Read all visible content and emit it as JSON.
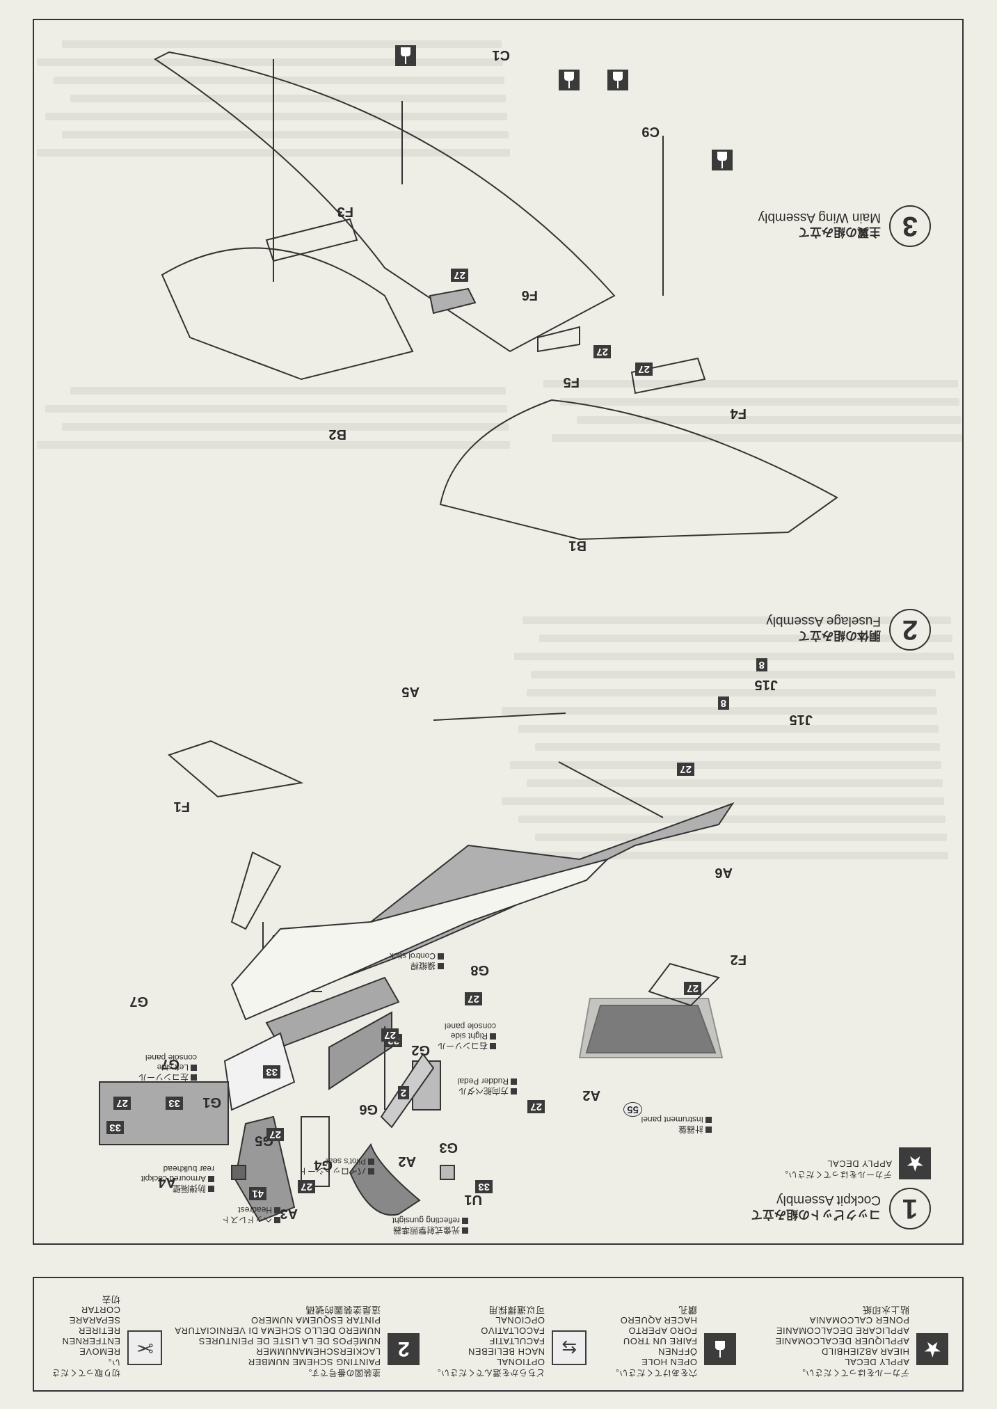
{
  "legend": {
    "apply_decal": {
      "icon": "star-icon",
      "jp": "デカールをはってください。",
      "lines": [
        "APPLY DECAL",
        "HIEAR ABZIEHBILD",
        "APPLIQUER DECALCOMANIE",
        "APPLICARE DECALCOMANIE",
        "PONER CALCOMANIA",
        "貼上水印紙"
      ]
    },
    "open_hole": {
      "icon": "drill-icon",
      "jp": "穴をあけてください。",
      "lines": [
        "OPEN HOLE",
        "ÖFFNEN",
        "FAIRE UN TROU",
        "FORO APERTO",
        "HACER AQUERO",
        "鑽孔"
      ]
    },
    "optional": {
      "icon": "choose-arrows-icon",
      "jp": "どちらかを選んでください。",
      "lines": [
        "OPTIONAL",
        "NACH BELIEBEN",
        "FACULTATIF",
        "FACOLTATIVO",
        "OPCIONAL",
        "可以選擇採用"
      ]
    },
    "painting_scheme": {
      "icon": "scheme-number-icon",
      "icon_text": "2",
      "jp": "塗装図の番号です。",
      "lines": [
        "PAINTING SCHEME NUMBER",
        "LACKIERSCHEMANUMMER",
        "NUMÉPOS DE LA LISTE DE PEINTURES",
        "NUMERO DELLO SCHEMA DI VERNICIATURA",
        "PINTAR ESQUEMA NUMERO",
        "這是塗裝圖的號碼"
      ]
    },
    "remove": {
      "icon": "cut-icon",
      "jp": "切り取ってください。",
      "lines": [
        "REMOVE",
        "ENTFERNEN",
        "RETIRER",
        "SEPARARE",
        "CORTAR",
        "切去"
      ]
    }
  },
  "steps": [
    {
      "number": "1",
      "jp": "コックピットの組み立て",
      "title": "Cockpit Assembly"
    },
    {
      "number": "2",
      "jp": "胴体の組み立て",
      "title": "Fuselage Assembly"
    },
    {
      "number": "3",
      "jp": "主翼の組み立て",
      "title": "Main Wing Assembly"
    }
  ],
  "step1": {
    "parts": [
      "A2",
      "A2",
      "G3",
      "G6",
      "G2",
      "G8",
      "G4",
      "G5",
      "G1",
      "G7",
      "G7",
      "A4",
      "A3",
      "U1"
    ],
    "colors": [
      "27",
      "55",
      "27",
      "33",
      "27",
      "2",
      "27",
      "33",
      "27",
      "41",
      "33",
      "27",
      "33",
      "27",
      "33"
    ],
    "notes": {
      "instrument_panel": [
        "計器盤",
        "Instrument panel"
      ],
      "rudder_pedal": [
        "方向舵ペダル",
        "Rudder Pedal"
      ],
      "right_console": [
        "右コンソール",
        "Right side",
        "console panel"
      ],
      "left_console": [
        "左コンソール",
        "Left side",
        "console panel"
      ],
      "control_stick": [
        "操縦桿",
        "Control stick"
      ],
      "pilot_seat": [
        "パイロットシート",
        "Pilot's seat"
      ],
      "bulkhead": [
        "防弾隔壁",
        "Armoured cockpit",
        "rear bulkhead"
      ],
      "headrest": [
        "ヘッドレスト",
        "Headrest"
      ],
      "gunsight": [
        "光像式射撃照準器",
        "reflecting gunsight"
      ]
    },
    "apply_decal": {
      "jp": "デカールをはってください。",
      "en": "APPLY DECAL"
    }
  },
  "step2": {
    "parts": [
      "A5",
      "A6",
      "J15",
      "J15",
      "F1",
      "F2"
    ],
    "colors": [
      "8",
      "8",
      "27"
    ]
  },
  "step3": {
    "parts": [
      "C1",
      "C9",
      "F3",
      "F6",
      "F5",
      "F4",
      "B1",
      "B2"
    ],
    "colors": [
      "27",
      "27",
      "27"
    ]
  }
}
